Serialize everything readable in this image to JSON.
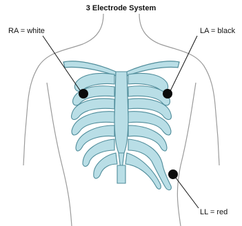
{
  "diagram": {
    "title": "3 Electrode System",
    "electrodes": [
      {
        "key": "ra",
        "label": "RA =  white"
      },
      {
        "key": "la",
        "label": "LA =  black"
      },
      {
        "key": "ll",
        "label": "LL =  red"
      }
    ]
  },
  "colors": {
    "bone_fill": "#b9dee6",
    "bone_stroke": "#4f8c9a",
    "body_outline": "#9a9a9a",
    "electrode": "#0b0b0b",
    "leader_line": "#111111"
  }
}
